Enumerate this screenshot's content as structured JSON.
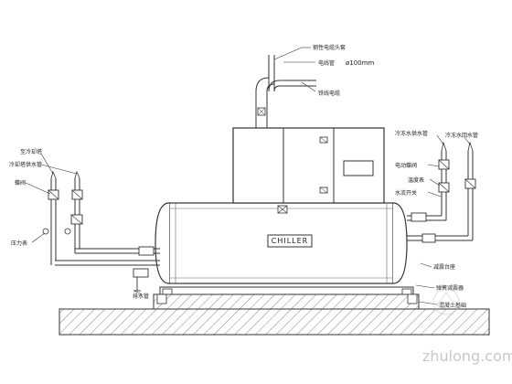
{
  "labels": {
    "cable_sleeve": "钢性电缆头套",
    "wire_pipe": "电线管",
    "diameter": "ø100mm",
    "armored_cable": "铁线电缆",
    "main_cooling_pipe": "至冷却塔",
    "cooling_return_pipe": "冷却塔供水管",
    "butterfly_valve": "蝶阀",
    "pressure_gauge": "压力表",
    "drain_pipe": "排水管",
    "chilled_supply_pipe": "冷冻水供水管",
    "chilled_return_pipe": "冷冻水回水管",
    "electric_valve": "电动蝶阀",
    "thermometer": "温度表",
    "flow_switch": "水流开关",
    "damping_pad": "减震台座",
    "spring_isolator": "弹簧减震器",
    "concrete_base": "混凝土基础",
    "chiller": "CHILLER",
    "watermark": "zhulong.com"
  },
  "colors": {
    "line": "#333333",
    "hatch": "#555555",
    "watermark": "#c8c8c8"
  }
}
